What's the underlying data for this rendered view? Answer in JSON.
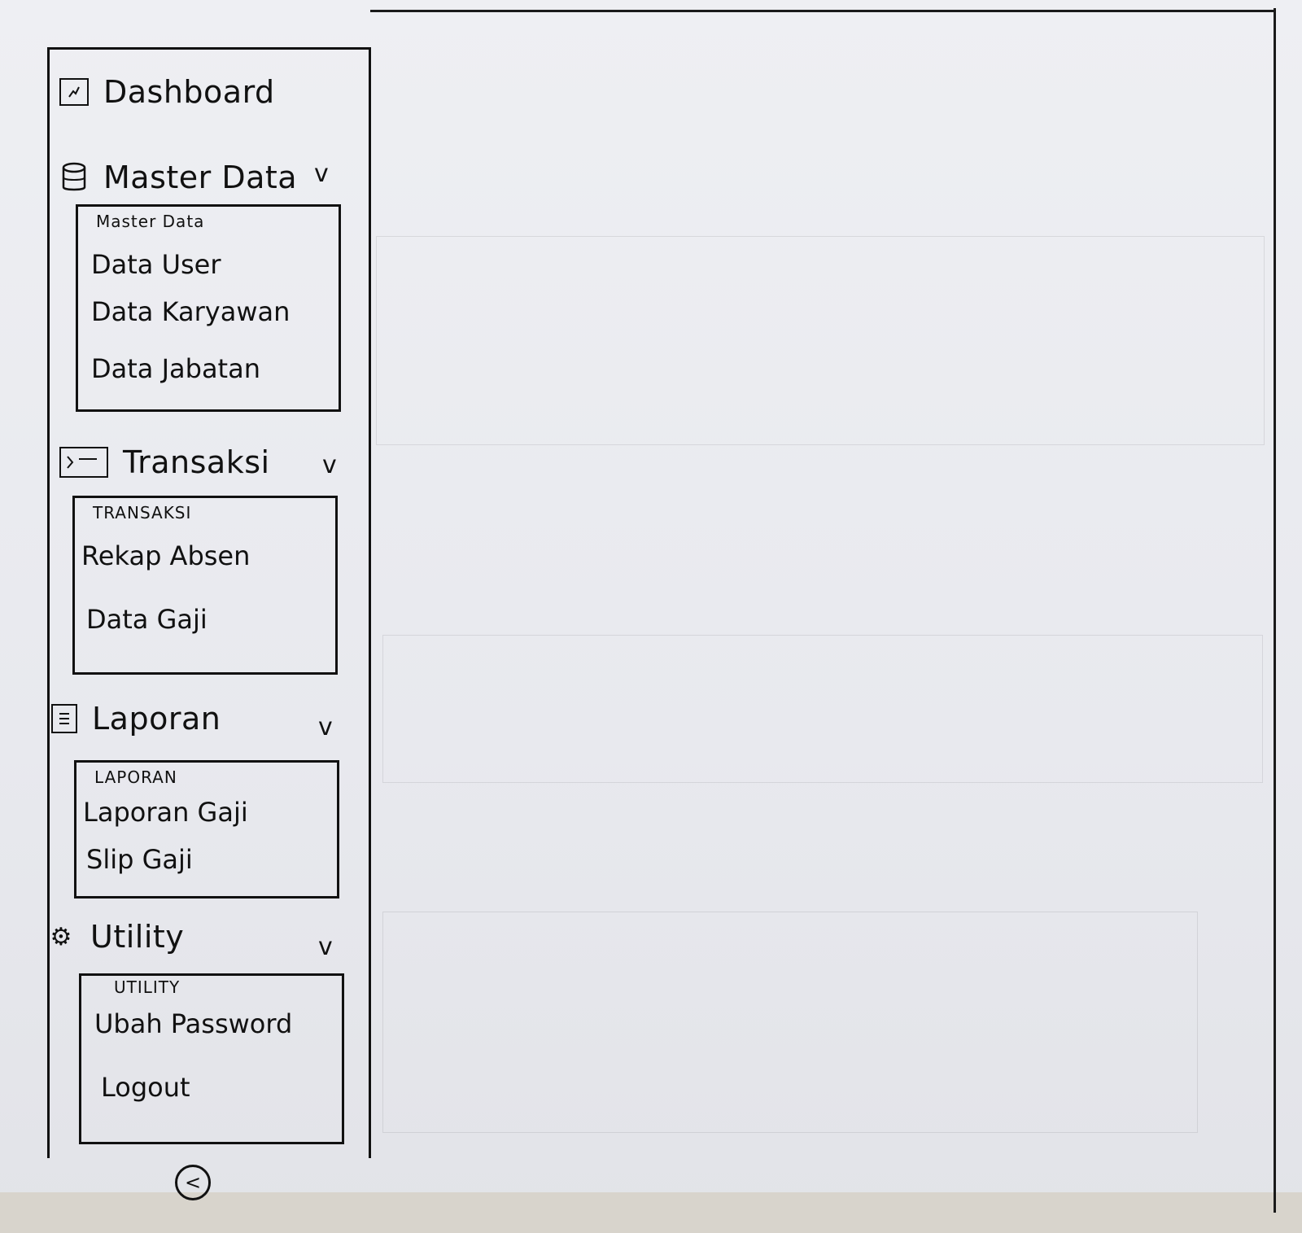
{
  "sidebar": {
    "dashboard": {
      "label": "Dashboard",
      "icon": "chart-icon"
    },
    "master_data": {
      "label": "Master Data",
      "icon": "database-icon",
      "submenu_title": "Master Data",
      "items": [
        "Data User",
        "Data Karyawan",
        "Data Jabatan"
      ]
    },
    "transaksi": {
      "label": "Transaksi",
      "icon": "transaction-icon",
      "submenu_title": "TRANSAKSI",
      "items": [
        "Rekap Absen",
        "Data Gaji"
      ]
    },
    "laporan": {
      "label": "Laporan",
      "icon": "report-icon",
      "submenu_title": "LAPORAN",
      "items": [
        "Laporan Gaji",
        "Slip Gaji"
      ]
    },
    "utility": {
      "label": "Utility",
      "icon": "gear-icon",
      "submenu_title": "UTILITY",
      "items": [
        "Ubah Password",
        "Logout"
      ]
    },
    "chevron": "v",
    "collapse": "<"
  }
}
